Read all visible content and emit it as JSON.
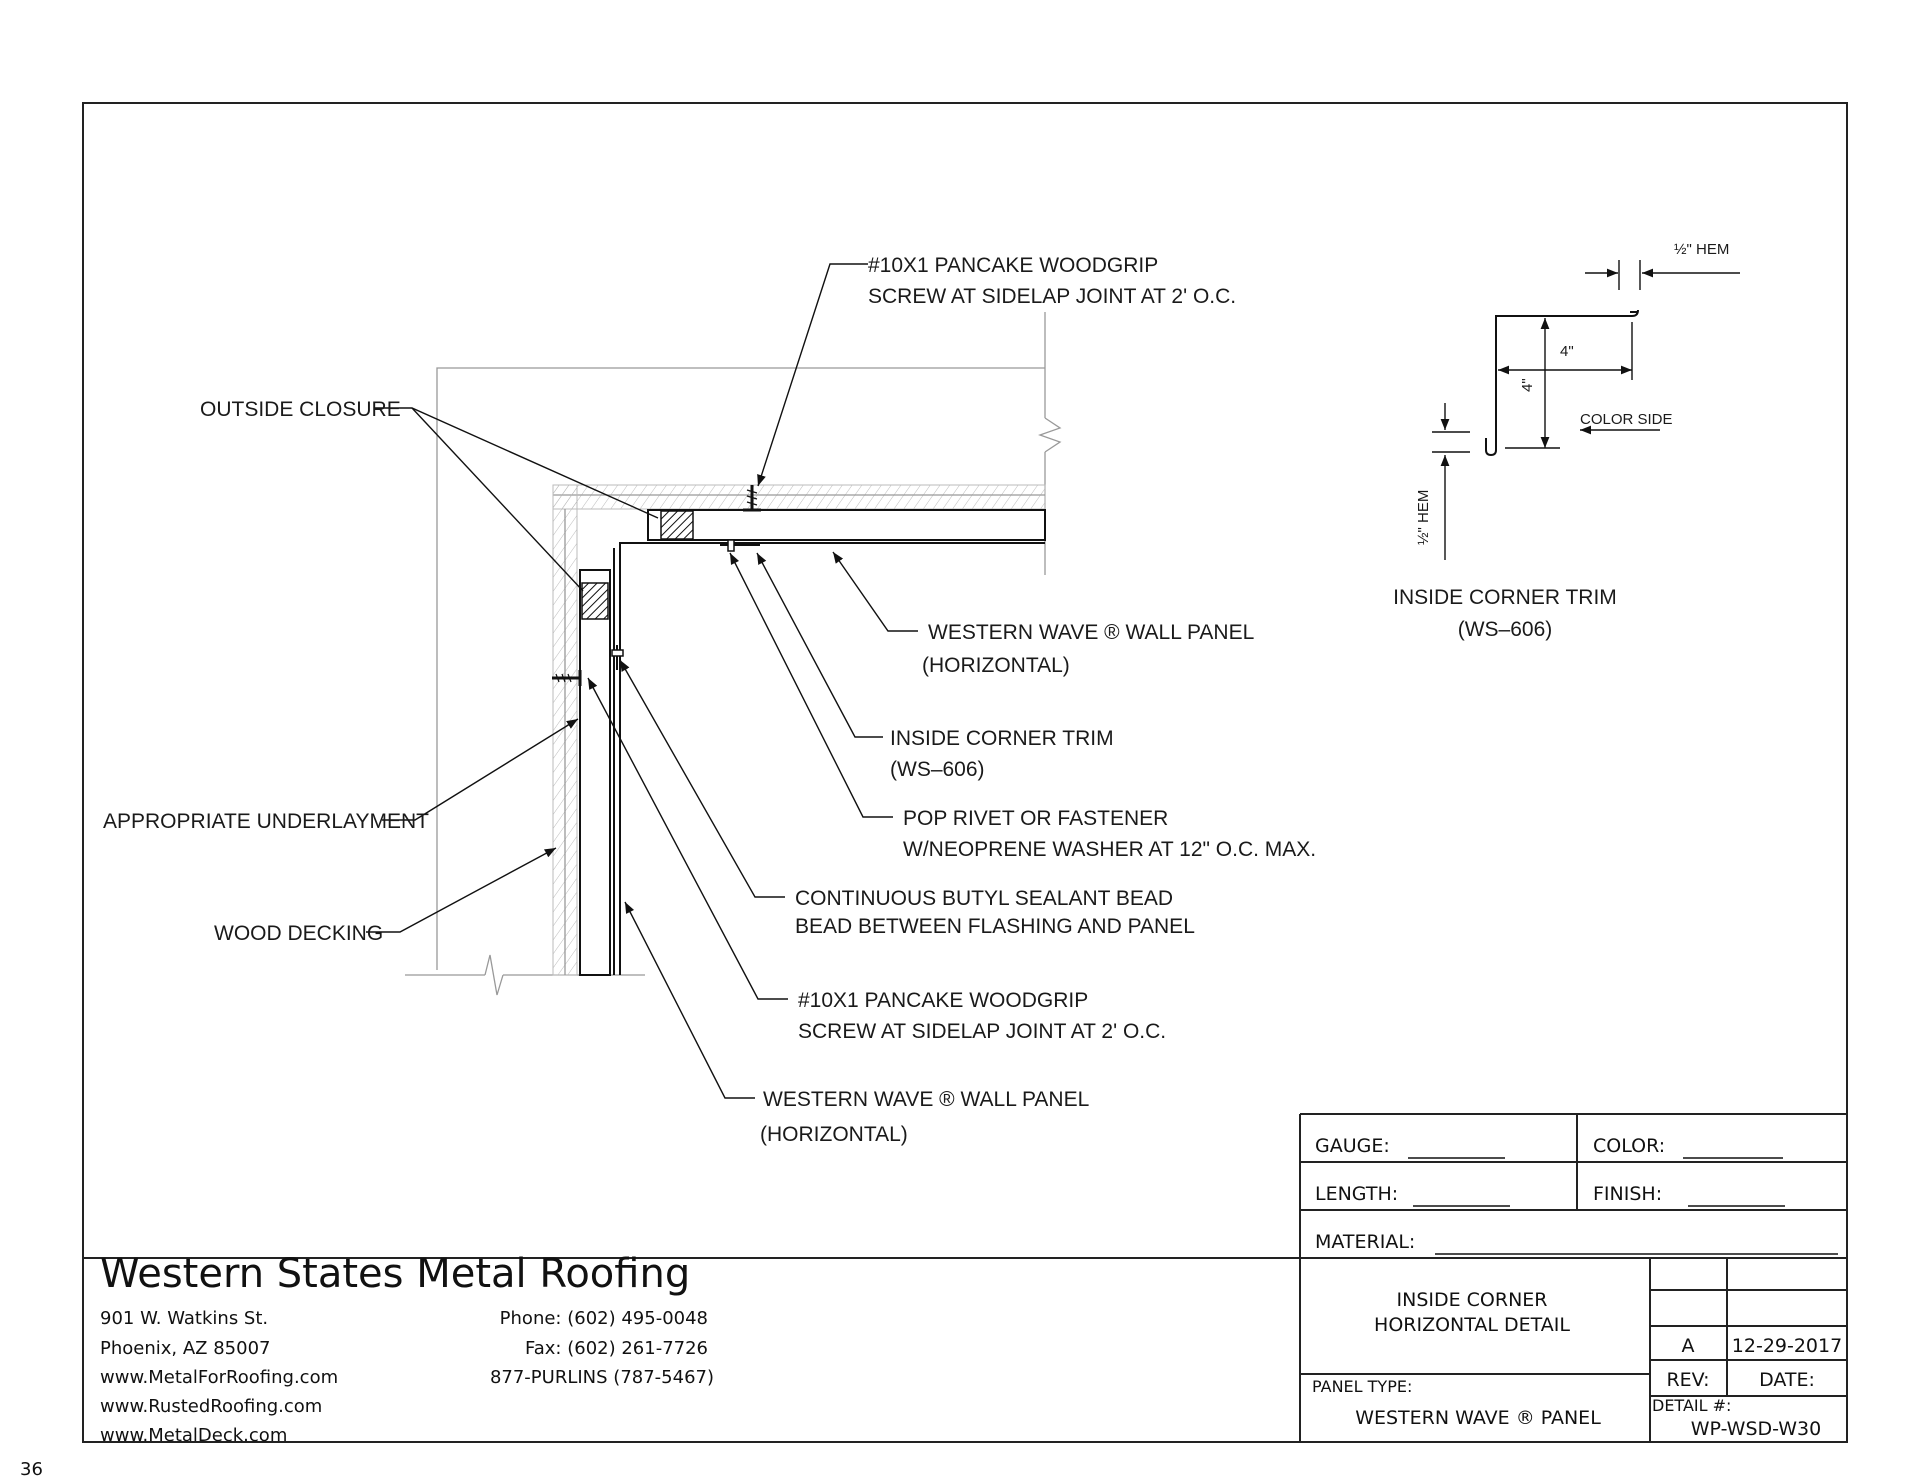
{
  "page_number": "36",
  "callouts": {
    "screw_top": [
      "#10X1 PANCAKE WOODGRIP",
      "SCREW AT SIDELAP JOINT AT 2' O.C."
    ],
    "outside_closure": "OUTSIDE CLOSURE",
    "wall_panel_top": [
      "WESTERN WAVE ® WALL PANEL",
      "(HORIZONTAL)"
    ],
    "inside_corner_trim": [
      "INSIDE CORNER TRIM",
      "(WS–606)"
    ],
    "pop_rivet": [
      "POP RIVET OR FASTENER",
      "W/NEOPRENE WASHER AT 12\" O.C. MAX."
    ],
    "underlayment": "APPROPRIATE UNDERLAYMENT",
    "butyl_sealant": [
      "CONTINUOUS BUTYL SEALANT BEAD",
      "BEAD BETWEEN FLASHING AND PANEL"
    ],
    "wood_decking": "WOOD DECKING",
    "screw_bottom": [
      "#10X1 PANCAKE WOODGRIP",
      "SCREW AT SIDELAP JOINT AT 2' O.C."
    ],
    "wall_panel_bottom": [
      "WESTERN WAVE ® WALL PANEL",
      "(HORIZONTAL)"
    ]
  },
  "trim_detail": {
    "hem_top": "½\" HEM",
    "dim_width": "4\"",
    "dim_height": "4\"",
    "color_side": "COLOR SIDE",
    "hem_side": "½\" HEM",
    "title": [
      "INSIDE CORNER TRIM",
      "(WS–606)"
    ]
  },
  "title_block": {
    "gauge_label": "GAUGE:",
    "color_label": "COLOR:",
    "length_label": "LENGTH:",
    "finish_label": "FINISH:",
    "material_label": "MATERIAL:",
    "detail_title": [
      "INSIDE CORNER",
      "HORIZONTAL DETAIL"
    ],
    "panel_type_label": "PANEL TYPE:",
    "panel_type": "WESTERN WAVE ® PANEL",
    "rev_value": "A",
    "date_value": "12-29-2017",
    "rev_label": "REV:",
    "date_label": "DATE:",
    "detail_no_label": "DETAIL #:",
    "detail_no": "WP-WSD-W30"
  },
  "company": {
    "name": "Western States Metal Roofing",
    "address1": "901 W. Watkins St.",
    "address2": "Phoenix, AZ 85007",
    "web1": "www.MetalForRoofing.com",
    "web2": "www.RustedRoofing.com",
    "web3": "www.MetalDeck.com",
    "phone": "Phone: (602) 495-0048",
    "fax": "Fax: (602) 261-7726",
    "tollfree": "877-PURLINS (787-5467)"
  }
}
